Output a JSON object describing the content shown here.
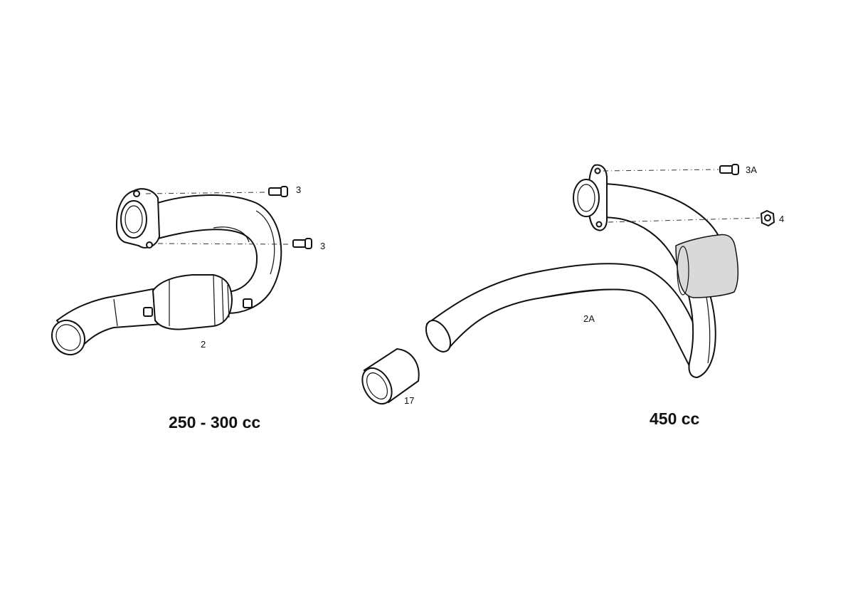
{
  "callouts": {
    "c3_upper": "3",
    "c3_lower": "3",
    "c2": "2",
    "c17": "17",
    "c2a": "2A",
    "c3a": "3A",
    "c4": "4"
  },
  "variants": {
    "left": "250 - 300 cc",
    "right": "450 cc"
  }
}
